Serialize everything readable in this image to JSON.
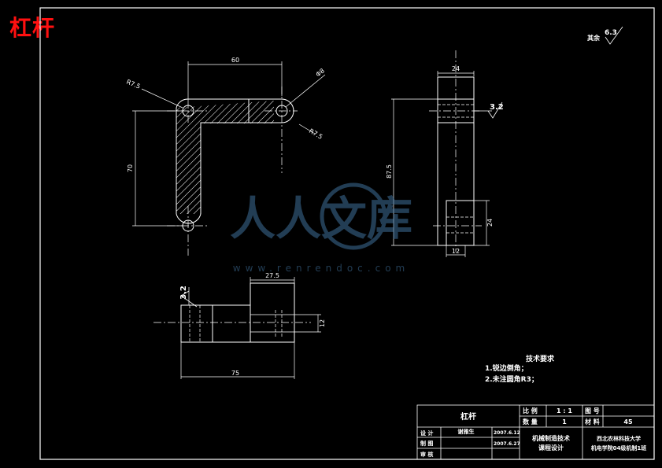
{
  "header": {
    "corner_title": "杠杆"
  },
  "dims": {
    "front_width": "60",
    "front_r_left": "R7.5",
    "front_dia": "Φ8",
    "front_r_right": "R7.5",
    "front_height": "70",
    "side_top": "24",
    "side_height": "87.5",
    "side_lower": "24",
    "side_bottom": "12",
    "plan_top": "27.5",
    "plan_width": "75",
    "plan_height": "12"
  },
  "roughness": {
    "other_label": "其余",
    "other_value": "6.3",
    "side_value": "3.2",
    "plan_value": "3.2"
  },
  "tech": {
    "title": "技术要求",
    "items": [
      "1.锐边倒角；",
      "2.未注圆角R3；"
    ]
  },
  "title_block": {
    "part_name": "杠杆",
    "scale_label": "比 例",
    "scale_value": "1 : 1",
    "qty_label": "数 量",
    "qty_value": "1",
    "drawing_no_label": "图 号",
    "material_label": "材 料",
    "material_value": "45",
    "designer_label": "设 计",
    "designer_name": "谢雅生",
    "date1": "2007.6.12",
    "drafter_label": "制 图",
    "date2": "2007.6.27",
    "reviewer_label": "审 核",
    "course_line1": "机械制造技术",
    "course_line2": "课程设计",
    "school_line1": "西北农林科技大学",
    "school_line2": "机电学院04级机制1班"
  },
  "watermark": {
    "cn": "人人文库",
    "url": "www.renrendoc.com"
  }
}
